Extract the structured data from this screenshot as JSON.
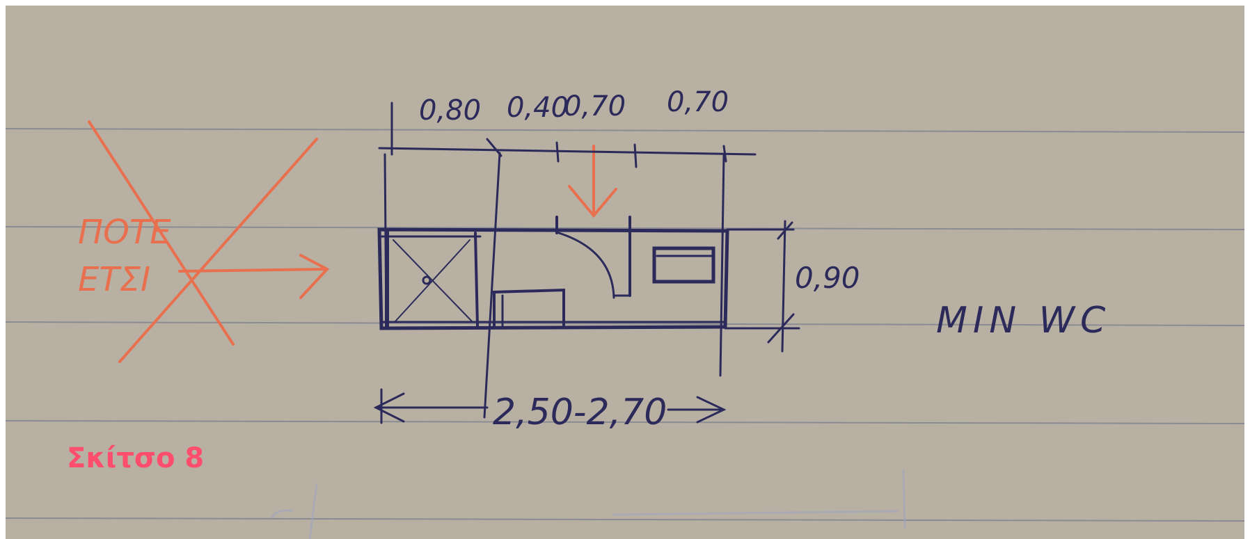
{
  "sketch": {
    "dimensions_top": [
      "0,80",
      "0,40",
      "0,70",
      "0,70"
    ],
    "dimension_side": "0,90",
    "dimension_bottom": "2,50-2,70",
    "label_min_wc": "MIN WC",
    "crossed_note_line1": "ΠΟΤΕ",
    "crossed_note_line2": "ΕΤΣΙ",
    "caption": "Σκίτσο 8"
  },
  "colors": {
    "paper": "#b8b0a2",
    "ruled_line": "#8b8c93",
    "ink": "#2b2a5a",
    "red_pen": "#e8704f",
    "caption": "#ff4d6d"
  }
}
